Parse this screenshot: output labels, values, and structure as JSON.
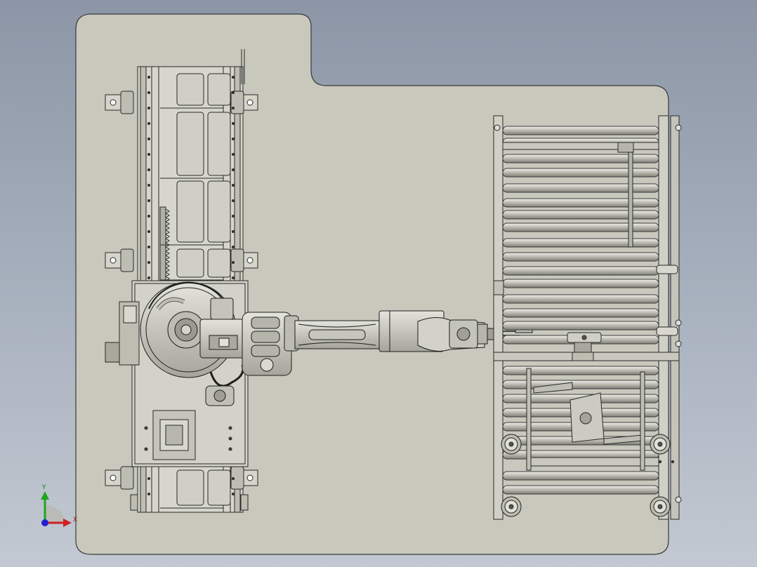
{
  "viewport": {
    "background_top": "#8c96a6",
    "background_bottom": "#c3c9d2",
    "plate_color": "#c8c8bd",
    "line_color": "#2a2a2a"
  },
  "triad": {
    "x_label": "X",
    "y_label": "Y",
    "x_color": "#d02020",
    "y_color": "#1fa51f",
    "z_color": "#2020d0"
  },
  "components": [
    "base-plate",
    "linear-track",
    "robot-arm",
    "roller-conveyor"
  ]
}
